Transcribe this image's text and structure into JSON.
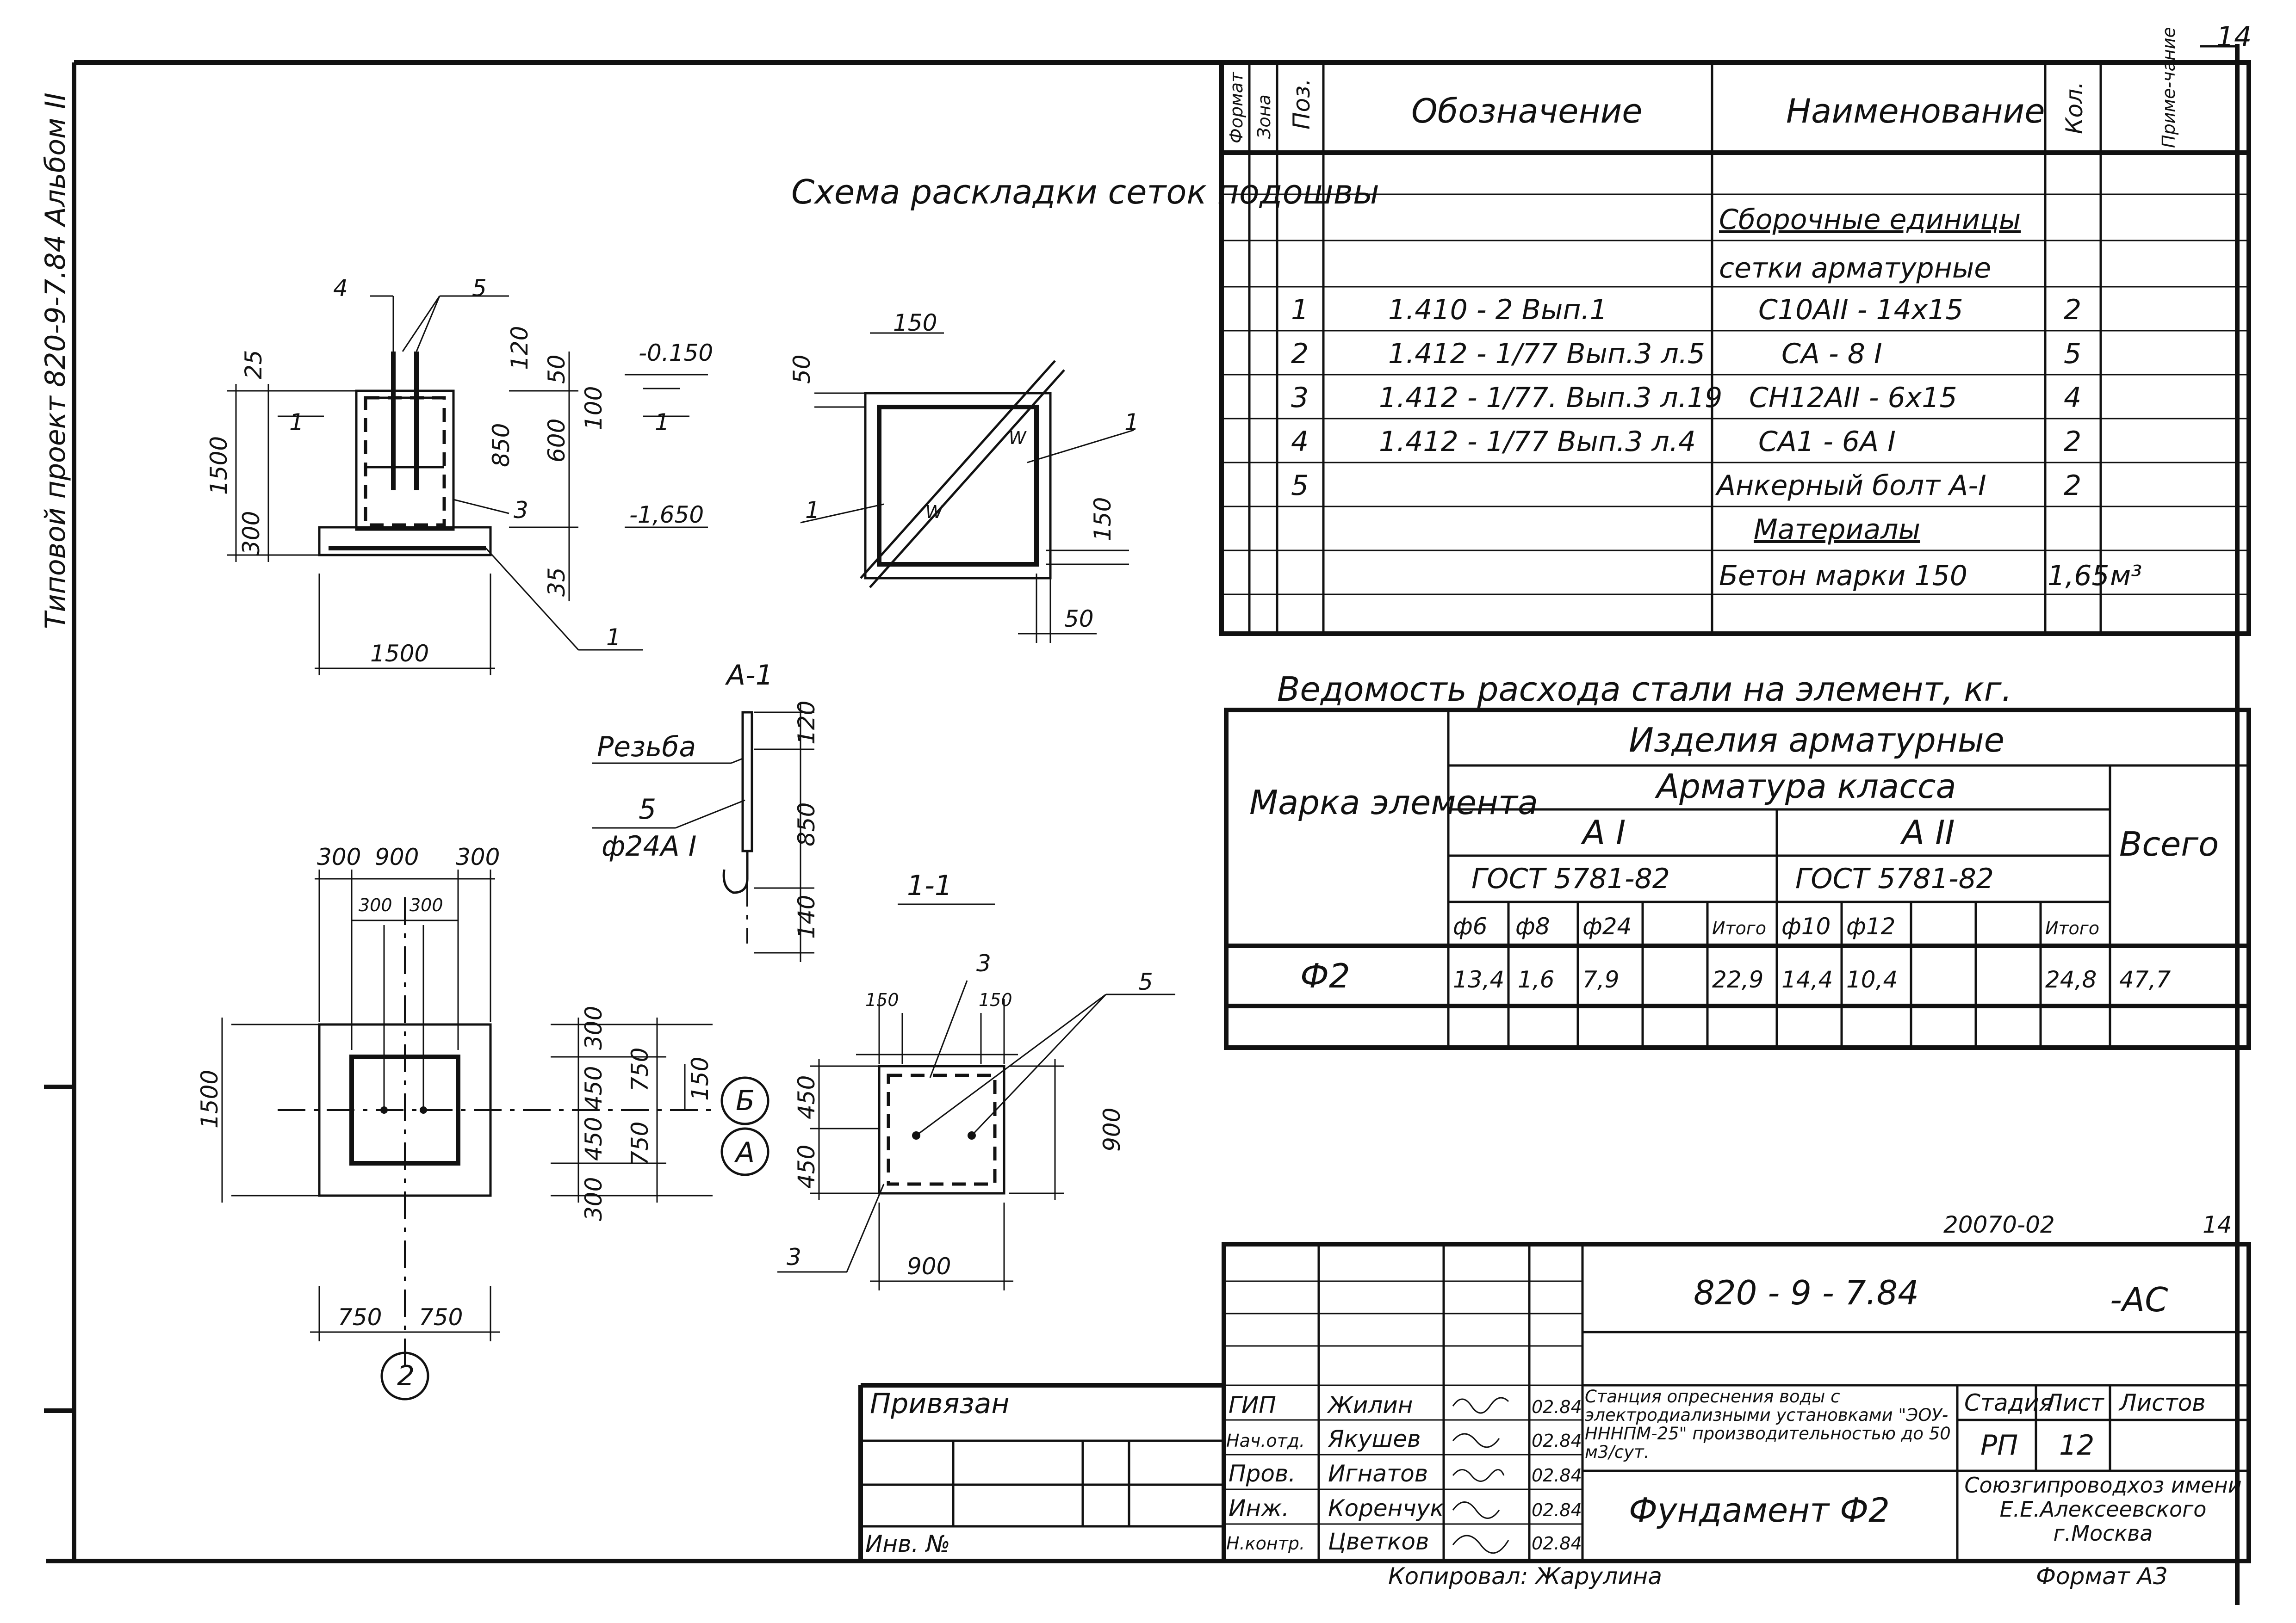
{
  "sheet_number": "14",
  "side_stamp": "Типовой проект 820-9-7.84 Альбом II",
  "layout_title": "Схема раскладки сеток подошвы",
  "spec_table": {
    "headers": [
      "Формат",
      "Зона",
      "Поз.",
      "Обозначение",
      "Наименование",
      "Кол.",
      "Приме-чание"
    ],
    "section_assemblies": "Сборочные единицы",
    "section_meshes": "сетки арматурные",
    "rows": [
      {
        "pos": "1",
        "designation": "1.410 - 2  Вып.1",
        "name": "С10АII - 14х15",
        "qty": "2"
      },
      {
        "pos": "2",
        "designation": "1.412 - 1/77 Вып.3 л.5",
        "name": "СА - 8 I",
        "qty": "5"
      },
      {
        "pos": "3",
        "designation": "1.412 - 1/77. Вып.3 л.19",
        "name": "СН12АII - 6х15",
        "qty": "4"
      },
      {
        "pos": "4",
        "designation": "1.412 - 1/77 Вып.3 л.4",
        "name": "СА1 - 6А I",
        "qty": "2"
      },
      {
        "pos": "5",
        "designation": "",
        "name": "Анкерный болт А-I",
        "qty": "2"
      }
    ],
    "section_materials": "Материалы",
    "concrete": {
      "name": "Бетон марки 150",
      "qty": "1,65",
      "unit": "м³"
    }
  },
  "steel_table": {
    "title": "Ведомость расхода стали на элемент, кг.",
    "col_mark": "Марка элемента",
    "group": "Изделия арматурные",
    "subgroup": "Арматура класса",
    "class_1": "А I",
    "class_2": "А II",
    "gost_1": "ГОСТ 5781-82",
    "gost_2": "ГОСТ 5781-82",
    "col_total": "Всего",
    "cols": [
      "ф6",
      "ф8",
      "ф24",
      "Итого",
      "ф10",
      "ф12",
      "Итого"
    ],
    "row": {
      "mark": "Ф2",
      "v1": "13,4",
      "v2": "1,6",
      "v3": "7,9",
      "sum1": "22,9",
      "v4": "14,4",
      "v5": "10,4",
      "sum2": "24,8",
      "total": "47,7"
    }
  },
  "drawing_labels": {
    "section_aa": "А-1",
    "section_11": "1-1",
    "thread": "Резьба",
    "bolt_pos": "5",
    "bolt_dia": "ф24А I",
    "level_top": "-0.150",
    "level_bottom": "-1,650",
    "axis_b": "Б",
    "axis_a": "А",
    "axis_2": "2"
  },
  "title_block": {
    "doc_code": "820 - 9 - 7.84",
    "doc_suffix": "-АС",
    "archive_no": "20070-02",
    "archive_sheet": "14",
    "bound": "Привязан",
    "inv": "Инв. №",
    "roles": [
      "ГИП",
      "Нач.отд.",
      "Пров.",
      "Инж.",
      "Н.контр."
    ],
    "names": [
      "Жилин",
      "Якушев",
      "Игнатов",
      "Коренчук",
      "Цветков"
    ],
    "dates": [
      "02.84",
      "02.84",
      "02.84",
      "02.84",
      "02.84"
    ],
    "project": "Станция опреснения воды с электродиализными установками \"ЭОУ-НННПМ-25\" производительностью до 50 м3/сут.",
    "element": "Фундамент Ф2",
    "stage_h": "Стадия",
    "sheet_h": "Лист",
    "sheets_h": "Листов",
    "stage": "РП",
    "sheet": "12",
    "org": "Союзгипроводхоз имени Е.Е.Алексеевского г.Москва",
    "copied": "Копировал: Жарулина",
    "format": "Формат А3"
  }
}
